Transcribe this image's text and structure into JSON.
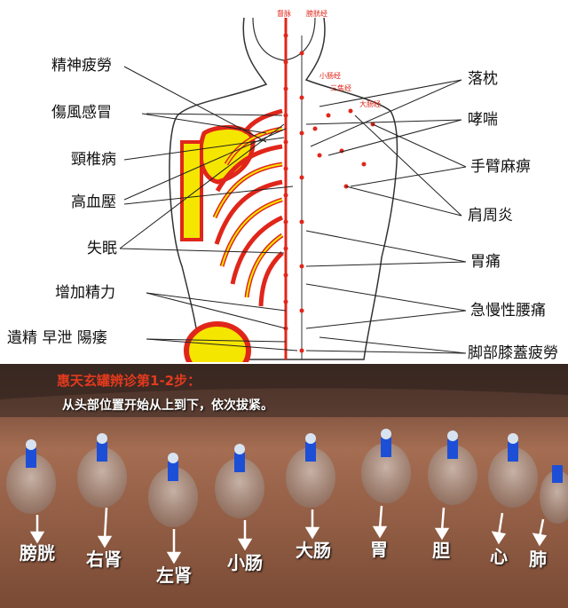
{
  "diagram": {
    "left_labels": [
      "精神疲勞",
      "傷風感冒",
      "頸椎病",
      "高血壓",
      "失眠",
      "增加精力",
      "遺精 早泄 陽痿"
    ],
    "right_labels": [
      "落枕",
      "哮喘",
      "手臂麻痹",
      "肩周炎",
      "胃痛",
      "急慢性腰痛",
      "脚部膝蓋疲勞"
    ],
    "spine_labels": {
      "du_meridian": "督脉",
      "bladder_meridian": "膀胱经",
      "small_intestine_meridian": "小肠经",
      "sanjiao_meridian": "三焦经",
      "large_intestine_meridian": "大肠经"
    }
  },
  "photo": {
    "title": "惠天玄罐辨诊第1-2步：",
    "subtitle": "从头部位置开始从上到下，依次拔紧。",
    "organs": [
      "膀胱",
      "右肾",
      "左肾",
      "小肠",
      "大肠",
      "胃",
      "胆",
      "心",
      "肺"
    ]
  },
  "colors": {
    "bone_yellow": "#f5e600",
    "bone_red": "#e0261a",
    "skin": "#8a5a3e",
    "title_red": "#e23a1e"
  }
}
